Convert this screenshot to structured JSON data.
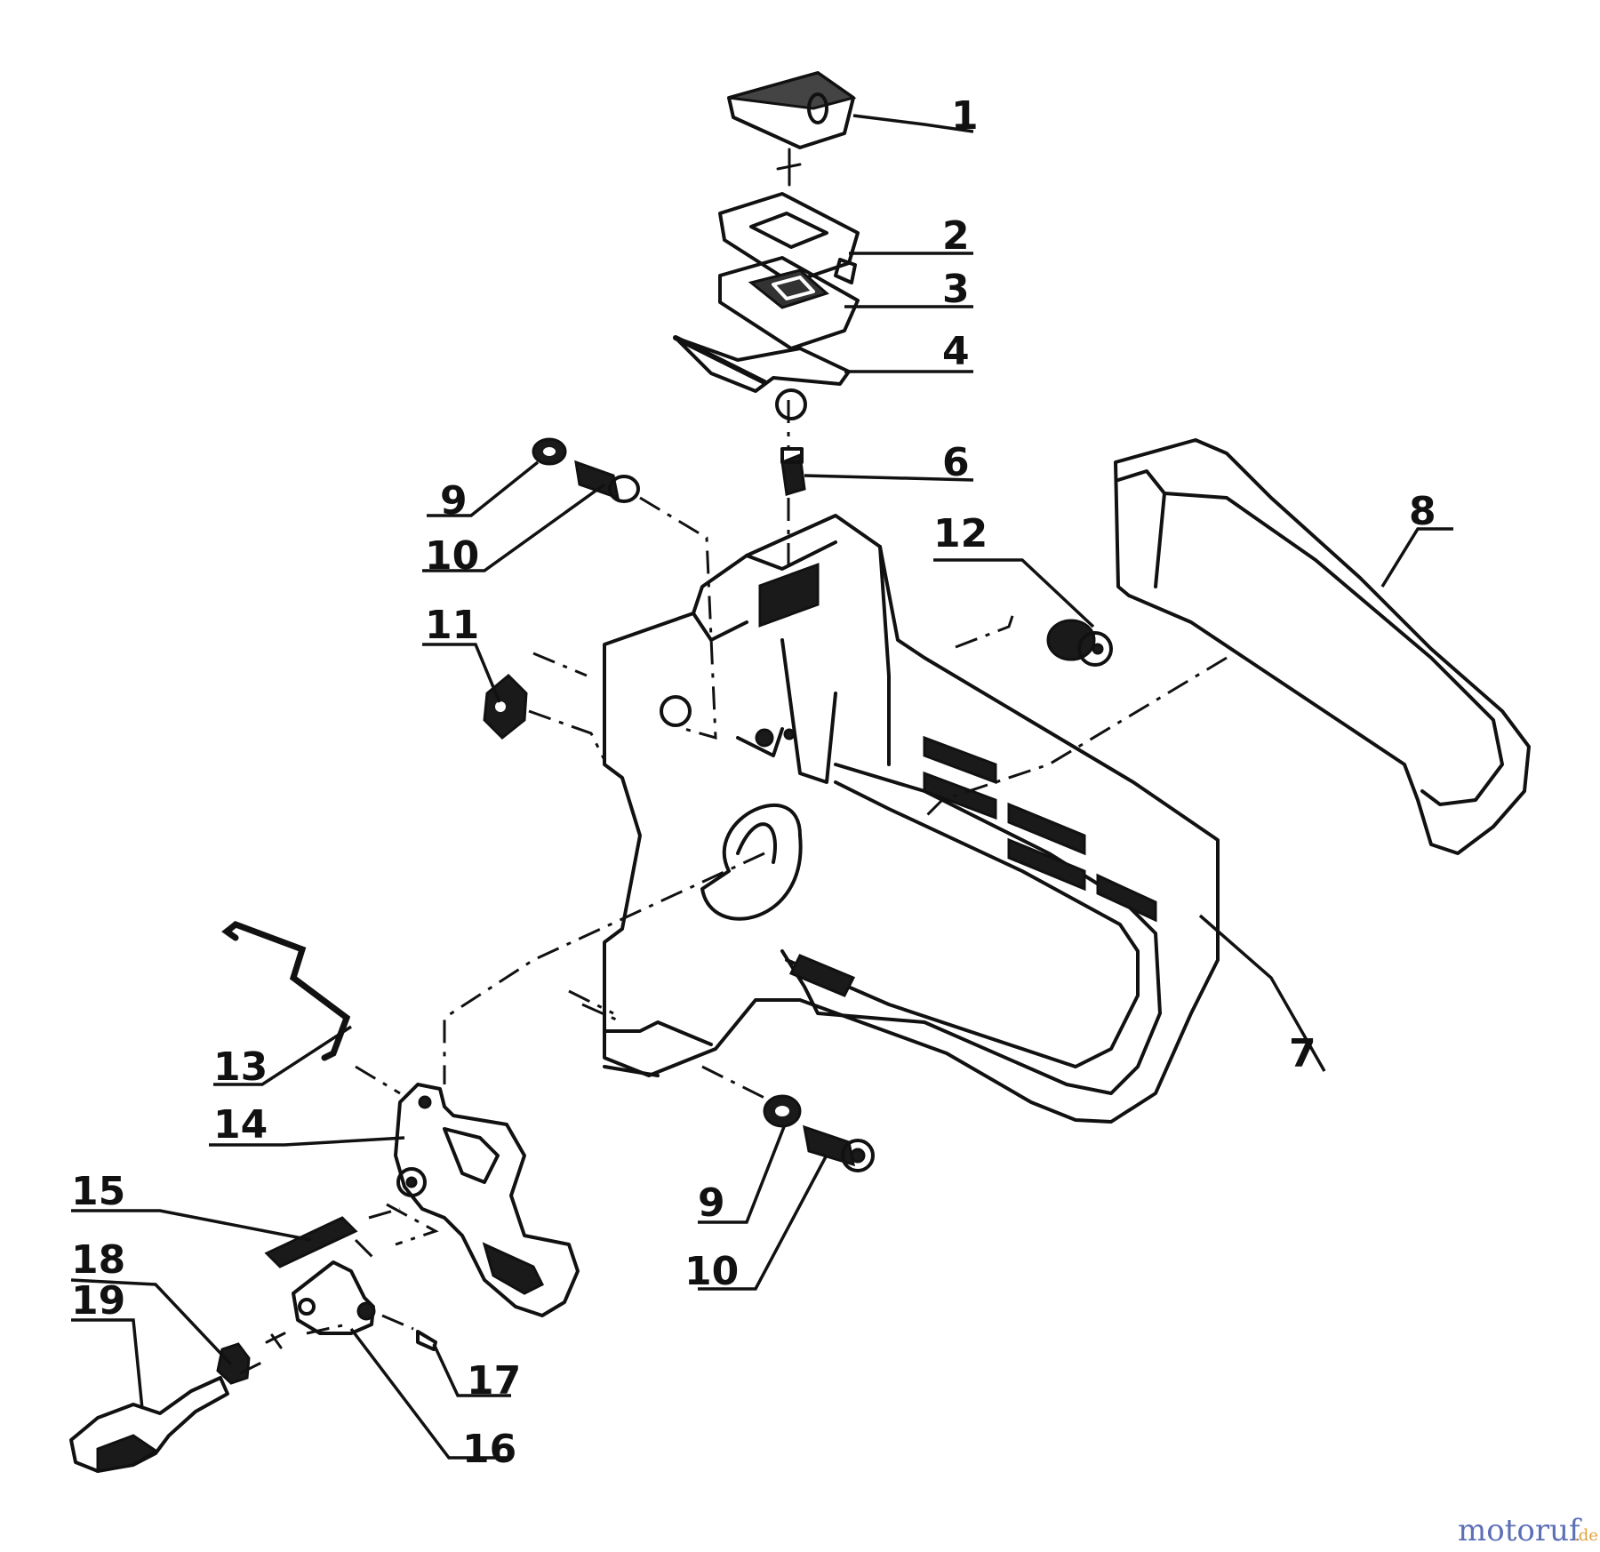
{
  "callouts": {
    "c1": "1",
    "c2": "2",
    "c3": "3",
    "c4": "4",
    "c6": "6",
    "c7": "7",
    "c8": "8",
    "c9a": "9",
    "c9b": "9",
    "c10a": "10",
    "c10b": "10",
    "c11": "11",
    "c12": "12",
    "c13": "13",
    "c14": "14",
    "c15": "15",
    "c16": "16",
    "c17": "17",
    "c18": "18",
    "c19": "19"
  },
  "watermark": {
    "part1": "motoruf",
    "part2": ".de"
  },
  "colors": {
    "ink": "#111111",
    "watermark_main": "#5d6fb5",
    "watermark_accent": "#e2a23a"
  }
}
